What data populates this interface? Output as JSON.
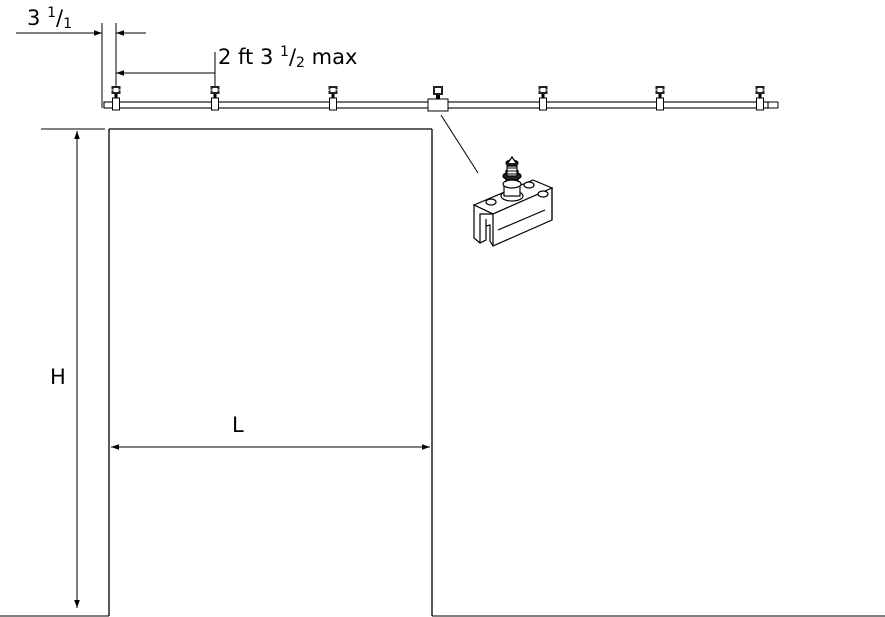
{
  "diagram": {
    "edge_dim": {
      "whole": "3",
      "num": "1",
      "den": "1"
    },
    "spacing_dim": {
      "prefix": "2 ft 3",
      "num": "1",
      "den": "2",
      "suffix": "max"
    },
    "height_label": "H",
    "width_label": "L",
    "hanger_count": 7,
    "colors": {
      "stroke": "#000000",
      "background": "#ffffff"
    },
    "icons": [
      "bracket-clip-detail-icon",
      "hanger-clip-icon"
    ]
  }
}
